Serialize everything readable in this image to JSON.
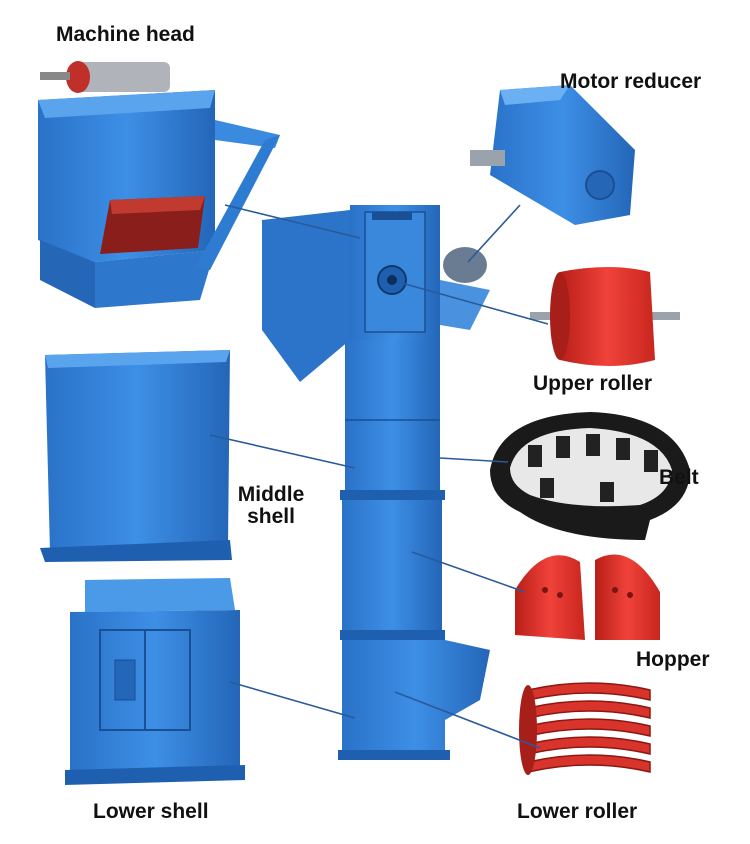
{
  "labels": {
    "machine_head": "Machine head",
    "motor_reducer": "Motor reducer",
    "upper_roller": "Upper roller",
    "belt": "Belt",
    "middle_shell_1": "Middle",
    "middle_shell_2": "shell",
    "hopper": "Hopper",
    "lower_shell": "Lower shell",
    "lower_roller": "Lower roller"
  },
  "colors": {
    "machine_blue": "#2f7fd8",
    "machine_blue_dark": "#1f5fb0",
    "machine_blue_light": "#4a9ae8",
    "component_red": "#e0322a",
    "component_red_dark": "#a81e18",
    "leader_line": "#2a5a9a"
  }
}
